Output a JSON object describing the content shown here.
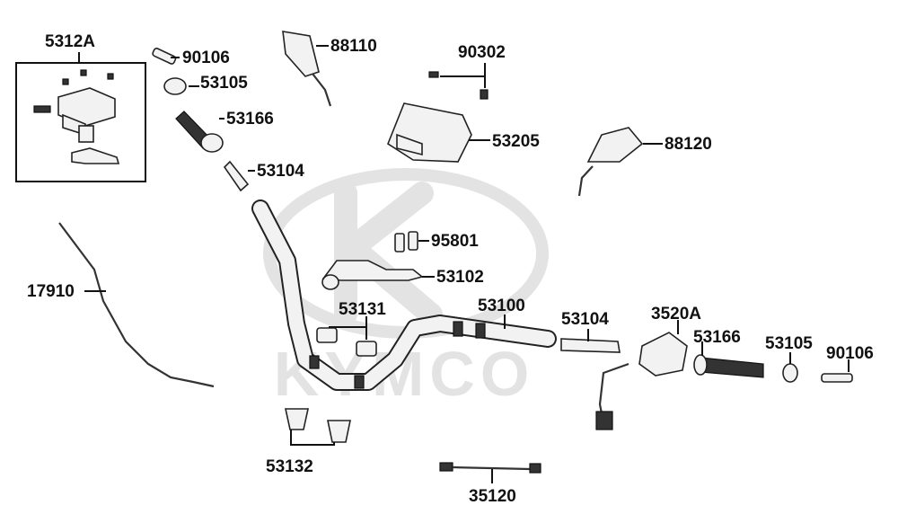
{
  "watermark": {
    "brand": "KYMCO",
    "logo_icon": "kymco-logo-icon",
    "color": "#e3e3e3"
  },
  "colors": {
    "line": "#111111",
    "part_fill": "#f2f2f2",
    "dark_fill": "#333333",
    "background": "#ffffff"
  },
  "callouts": [
    {
      "id": "5312A"
    },
    {
      "id": "90106"
    },
    {
      "id": "53105"
    },
    {
      "id": "53166"
    },
    {
      "id": "53104"
    },
    {
      "id": "88110"
    },
    {
      "id": "90302"
    },
    {
      "id": "53205"
    },
    {
      "id": "88120"
    },
    {
      "id": "95801"
    },
    {
      "id": "53102"
    },
    {
      "id": "17910"
    },
    {
      "id": "53131"
    },
    {
      "id": "53100"
    },
    {
      "id": "53104"
    },
    {
      "id": "3520A"
    },
    {
      "id": "53166"
    },
    {
      "id": "53105"
    },
    {
      "id": "90106"
    },
    {
      "id": "53132"
    },
    {
      "id": "35120"
    }
  ]
}
